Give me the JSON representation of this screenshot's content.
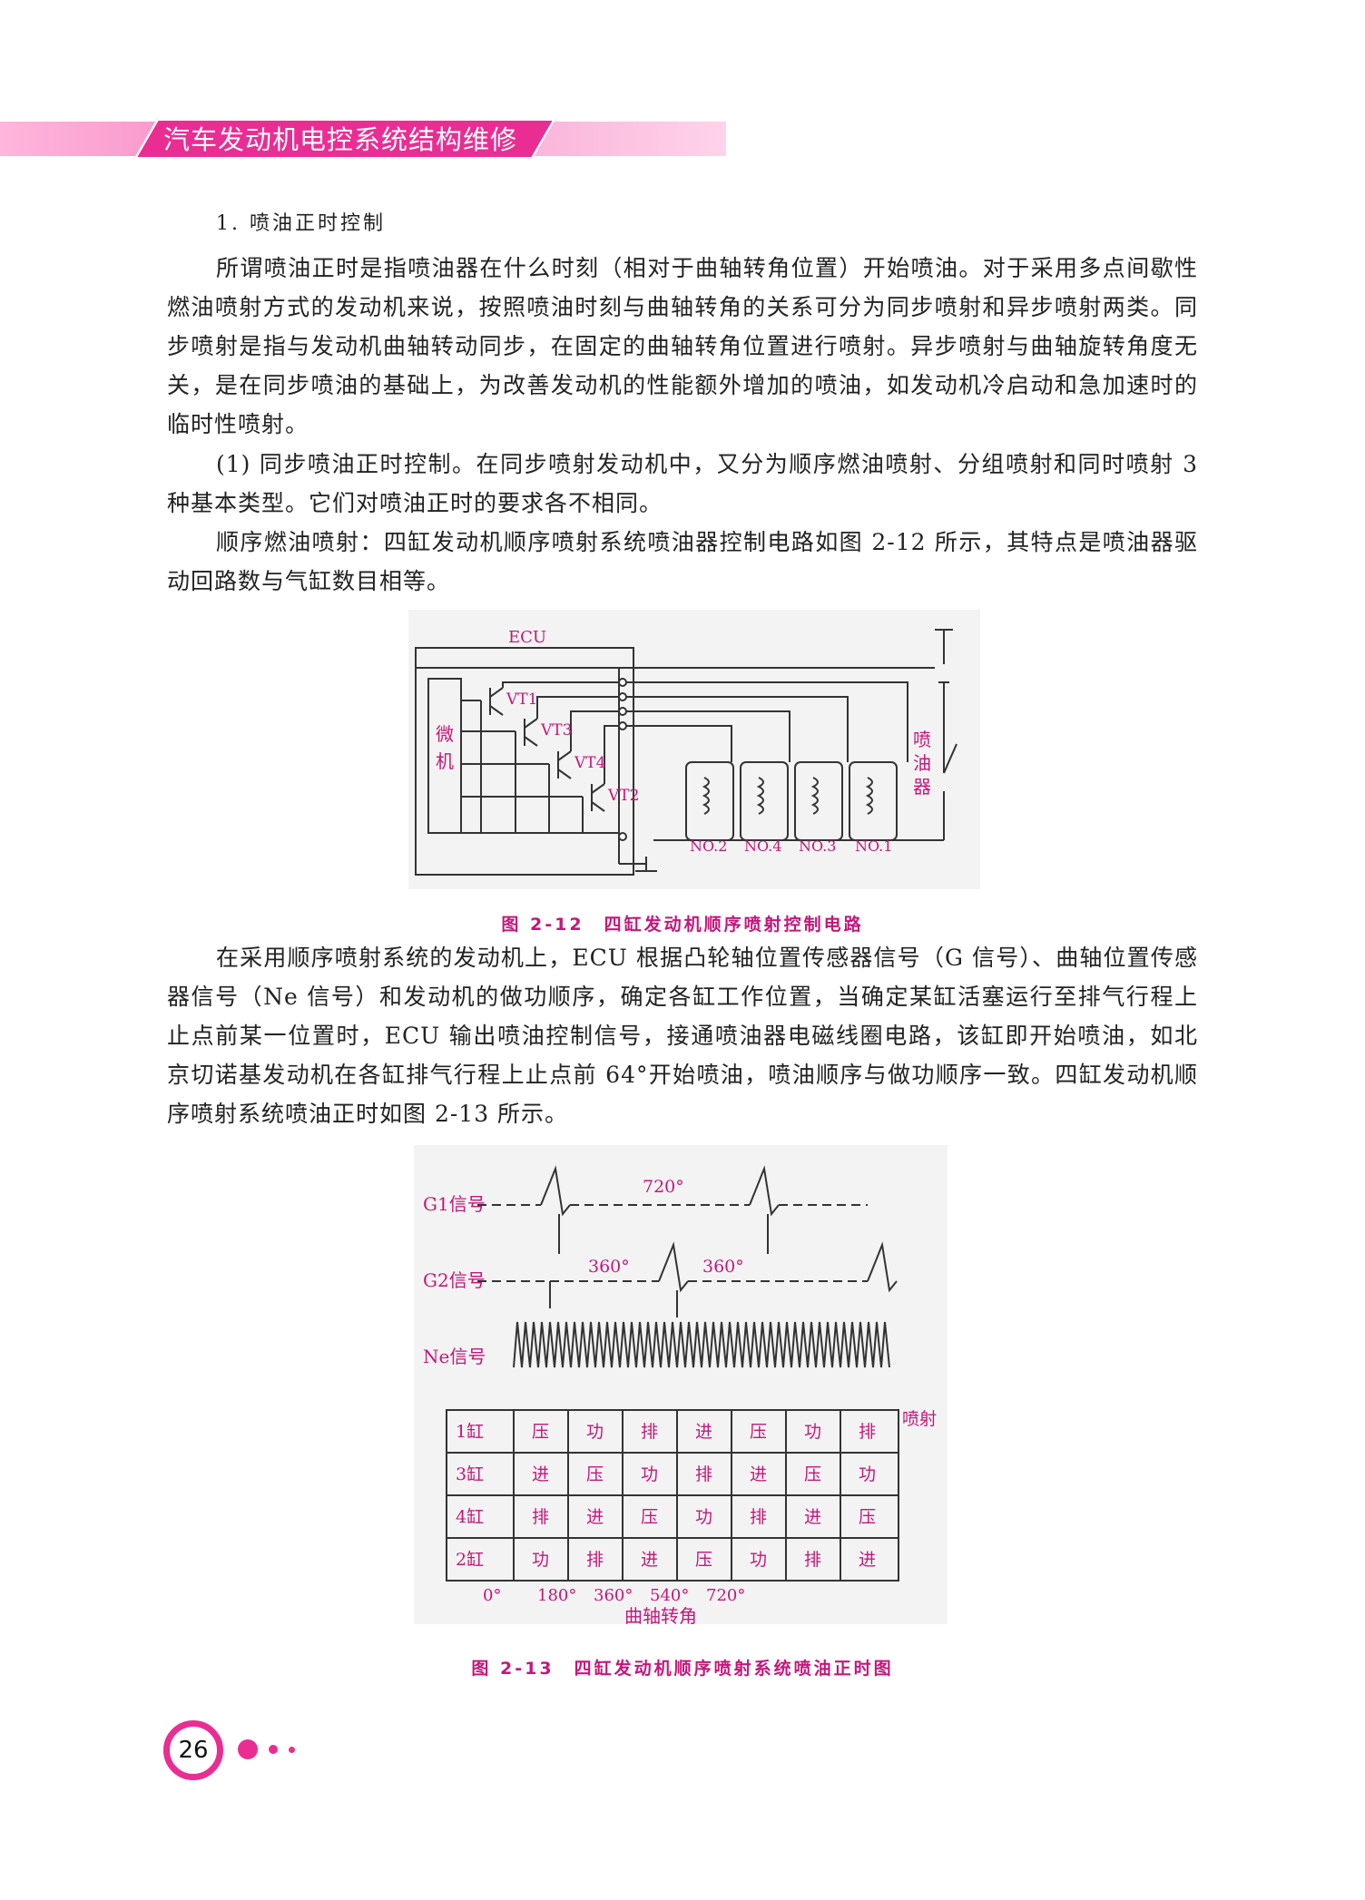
{
  "header": {
    "title": "汽车发动机电控系统结构维修"
  },
  "section": {
    "heading": "1. 喷油正时控制"
  },
  "paragraphs": {
    "p1": "所谓喷油正时是指喷油器在什么时刻（相对于曲轴转角位置）开始喷油。对于采用多点间歇性燃油喷射方式的发动机来说，按照喷油时刻与曲轴转角的关系可分为同步喷射和异步喷射两类。同步喷射是指与发动机曲轴转动同步，在固定的曲轴转角位置进行喷射。异步喷射与曲轴旋转角度无关，是在同步喷油的基础上，为改善发动机的性能额外增加的喷油，如发动机冷启动和急加速时的临时性喷射。",
    "p2": "(1) 同步喷油正时控制。在同步喷射发动机中，又分为顺序燃油喷射、分组喷射和同时喷射 3 种基本类型。它们对喷油正时的要求各不相同。",
    "p3": "顺序燃油喷射：四缸发动机顺序喷射系统喷油器控制电路如图 2-12 所示，其特点是喷油器驱动回路数与气缸数目相等。",
    "p4": "在采用顺序喷射系统的发动机上，ECU 根据凸轮轴位置传感器信号（G 信号）、曲轴位置传感器信号（Ne 信号）和发动机的做功顺序，确定各缸工作位置，当确定某缸活塞运行至排气行程上止点前某一位置时，ECU 输出喷油控制信号，接通喷油器电磁线圈电路，该缸即开始喷油，如北京切诺基发动机在各缸排气行程上止点前 64°开始喷油，喷油顺序与做功顺序一致。四缸发动机顺序喷射系统喷油正时如图 2-13 所示。"
  },
  "figure1": {
    "caption": "图 2-12　四缸发动机顺序喷射控制电路",
    "ecu_label": "ECU",
    "micro_label_1": "微",
    "micro_label_2": "机",
    "transistors": [
      "VT1",
      "VT3",
      "VT4",
      "VT2"
    ],
    "injector_label_1": "喷",
    "injector_label_2": "油",
    "injector_label_3": "器",
    "injectors": [
      "NO.2",
      "NO.4",
      "NO.3",
      "NO.1"
    ]
  },
  "figure2": {
    "caption": "图 2-13　四缸发动机顺序喷射系统喷油正时图",
    "g1_label": "G1信号",
    "g2_label": "G2信号",
    "ne_label": "Ne信号",
    "angle_720": "720°",
    "angle_360a": "360°",
    "angle_360b": "360°",
    "inject_label": "喷射",
    "cylinders": [
      {
        "name": "1缸",
        "cells": [
          "压",
          "功",
          "排",
          "进",
          "压",
          "功",
          "排"
        ]
      },
      {
        "name": "3缸",
        "cells": [
          "进",
          "压",
          "功",
          "排",
          "进",
          "压",
          "功"
        ]
      },
      {
        "name": "4缸",
        "cells": [
          "排",
          "进",
          "压",
          "功",
          "排",
          "进",
          "压"
        ]
      },
      {
        "name": "2缸",
        "cells": [
          "功",
          "排",
          "进",
          "压",
          "功",
          "排",
          "进"
        ]
      }
    ],
    "x_ticks": [
      "0°",
      "180°",
      "360°",
      "540°",
      "720°"
    ],
    "x_label": "曲轴转角"
  },
  "page": {
    "number": "26"
  },
  "colors": {
    "accent": "#ea2d92",
    "caption": "#c4177a",
    "label": "#c4177a"
  }
}
